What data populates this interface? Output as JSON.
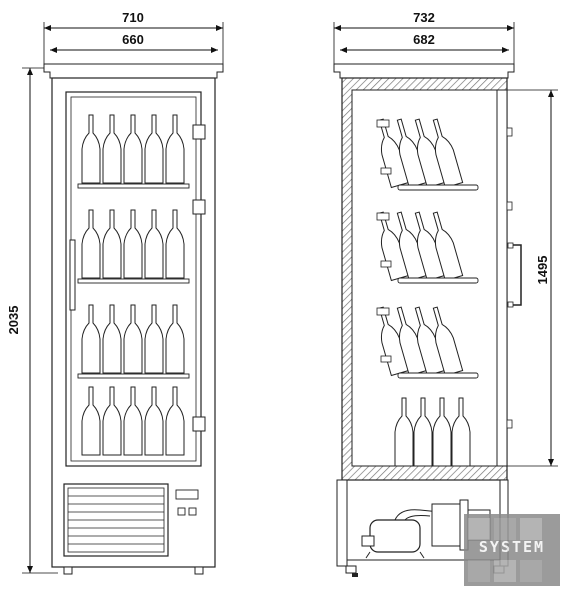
{
  "dimensions": {
    "front_outer_width": "710",
    "front_inner_width": "660",
    "front_height": "2035",
    "side_outer_width": "732",
    "side_inner_width": "682",
    "side_inner_height": "1495"
  },
  "watermark": {
    "text": "SYSTEM"
  },
  "colors": {
    "line": "#222222",
    "hatch": "#777777",
    "watermark_bg": "#8a8a8a",
    "watermark_text": "#f2f2f2"
  }
}
